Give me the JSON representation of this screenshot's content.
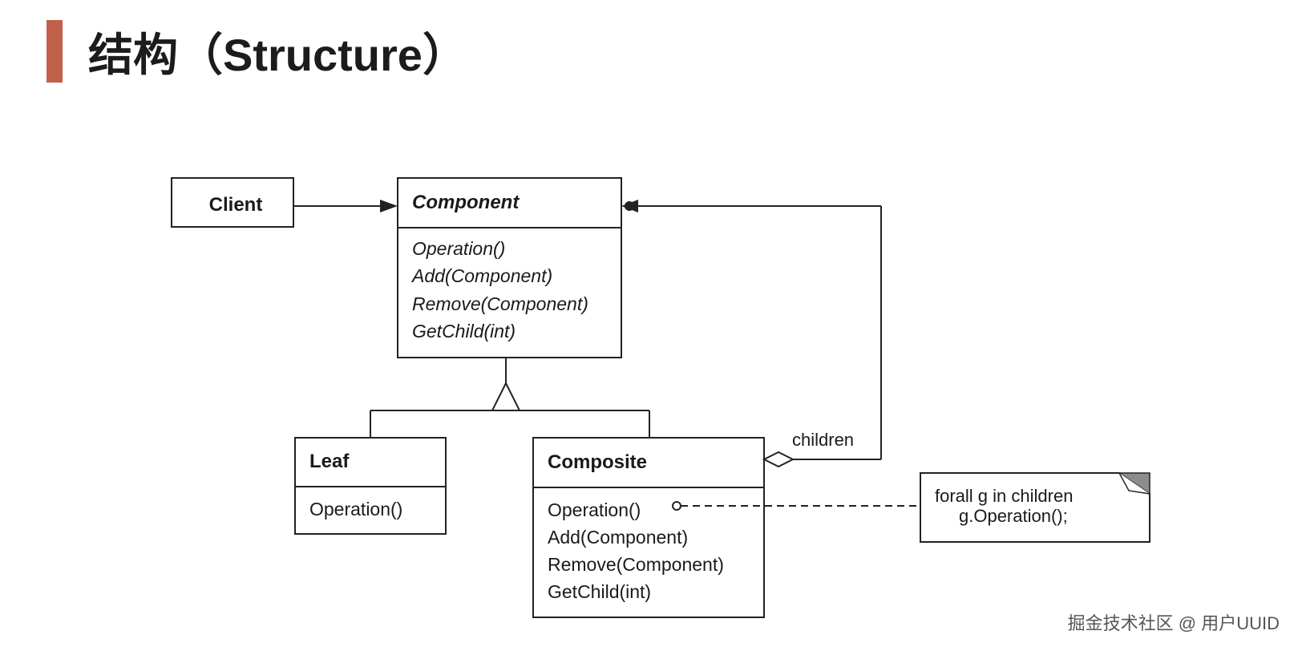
{
  "header": {
    "title": "结构（Structure）",
    "accent_color": "#c0604a"
  },
  "diagram": {
    "classes": {
      "client": {
        "name": "Client",
        "operations": []
      },
      "component": {
        "name": "Component",
        "operations": [
          "Operation()",
          "Add(Component)",
          "Remove(Component)",
          "GetChild(int)"
        ]
      },
      "leaf": {
        "name": "Leaf",
        "operations": [
          "Operation()"
        ]
      },
      "composite": {
        "name": "Composite",
        "operations": [
          "Operation()",
          "Add(Component)",
          "Remove(Component)",
          "GetChild(int)"
        ]
      }
    },
    "relations": {
      "children_label": "children"
    },
    "note": {
      "lines": [
        "forall g in children",
        "g.Operation();"
      ]
    }
  },
  "footer": {
    "watermark": "掘金技术社区 @ 用户UUID"
  }
}
